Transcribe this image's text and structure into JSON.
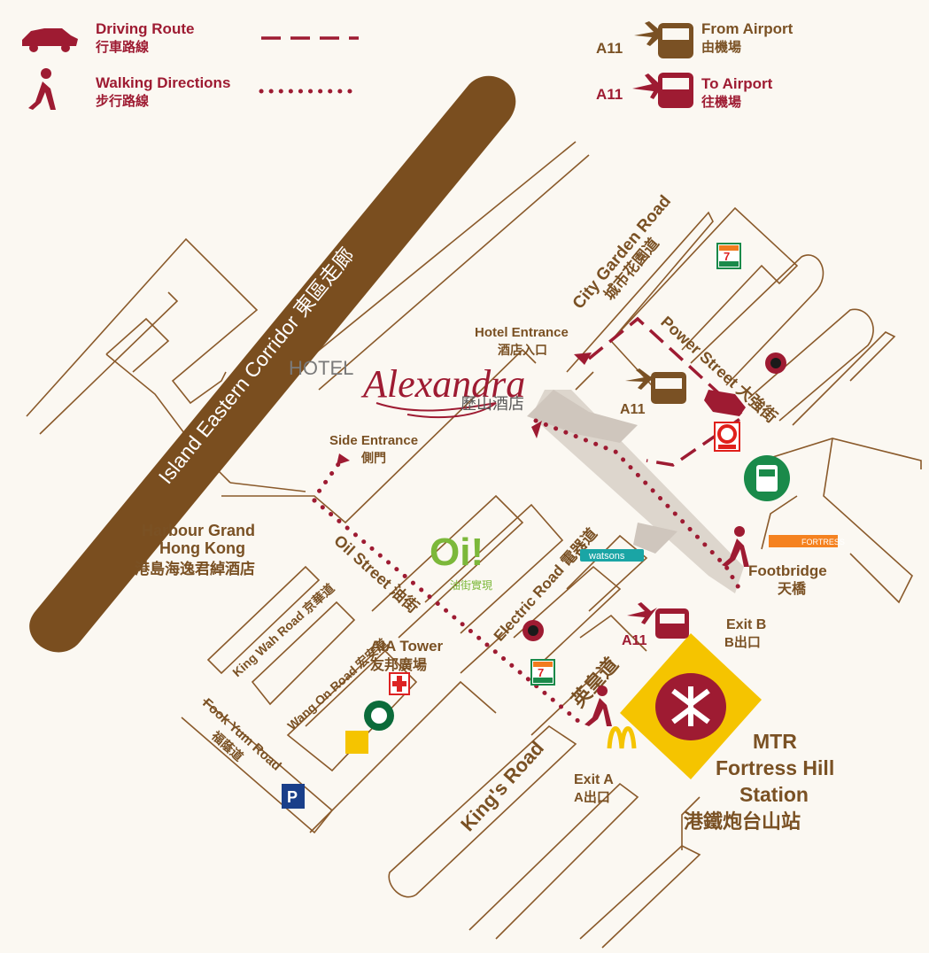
{
  "legend": {
    "driving_en": "Driving Route",
    "driving_zh": "行車路線",
    "walking_en": "Walking Directions",
    "walking_zh": "步行路線",
    "from_airport_code": "A11",
    "from_airport_en": "From Airport",
    "from_airport_zh": "由機場",
    "to_airport_code": "A11",
    "to_airport_en": "To Airport",
    "to_airport_zh": "往機場"
  },
  "roads": {
    "corridor": "Island Eastern Corridor 東區走廊",
    "city_garden_en": "City Garden Road",
    "city_garden_zh": "城市花園道",
    "power_street": "Power Street 大強街",
    "oil_street": "Oil Street 油街",
    "king_wah": "King Wah Road 京華道",
    "wang_on": "Wang On Road 宏安道",
    "fook_yum_en": "Fook Yum Road",
    "fook_yum_zh": "福蔭道",
    "electric_road": "Electric Road 電器道",
    "kings_road": "King's Road",
    "kings_road_zh": "英皇道"
  },
  "places": {
    "hotel_en": "HOTEL",
    "hotel_script": "Alexandra",
    "hotel_zh": "歷山酒店",
    "hotel_entrance_en": "Hotel Entrance",
    "hotel_entrance_zh": "酒店入口",
    "side_entrance_en": "Side Entrance",
    "side_entrance_zh": "側門",
    "harbour_grand_1": "Harbour Grand",
    "harbour_grand_2": "Hong Kong",
    "harbour_grand_zh": "港島海逸君綽酒店",
    "oi_logo": "Oi!",
    "oi_zh": "油街實現",
    "aia_en": "AIA Tower",
    "aia_zh": "友邦廣場",
    "footbridge_en": "Footbridge",
    "footbridge_zh": "天橋",
    "exit_b_en": "Exit B",
    "exit_b_zh": "B出口",
    "exit_a_en": "Exit A",
    "exit_a_zh": "A出口",
    "mtr_1": "MTR",
    "mtr_2": "Fortress Hill",
    "mtr_3": "Station",
    "mtr_zh": "港鐵炮台山站",
    "bus_mid_code": "A11",
    "bus_low_code": "A11",
    "watsons": "watsons",
    "fortress": "FORTRESS"
  },
  "colors": {
    "brown": "#7a5124",
    "red": "#9e1b32",
    "mtr_yellow": "#f5c400",
    "oi_green": "#7cb83a",
    "background": "#fbf8f2"
  },
  "icons": [
    "car-icon",
    "pedestrian-icon",
    "bus-icon",
    "airplane-icon",
    "seven-eleven-icon",
    "circle-k-icon",
    "tram-icon",
    "pacific-coffee-icon",
    "starbucks-icon",
    "mcdonalds-icon",
    "mtr-logo-icon",
    "parking-icon"
  ]
}
